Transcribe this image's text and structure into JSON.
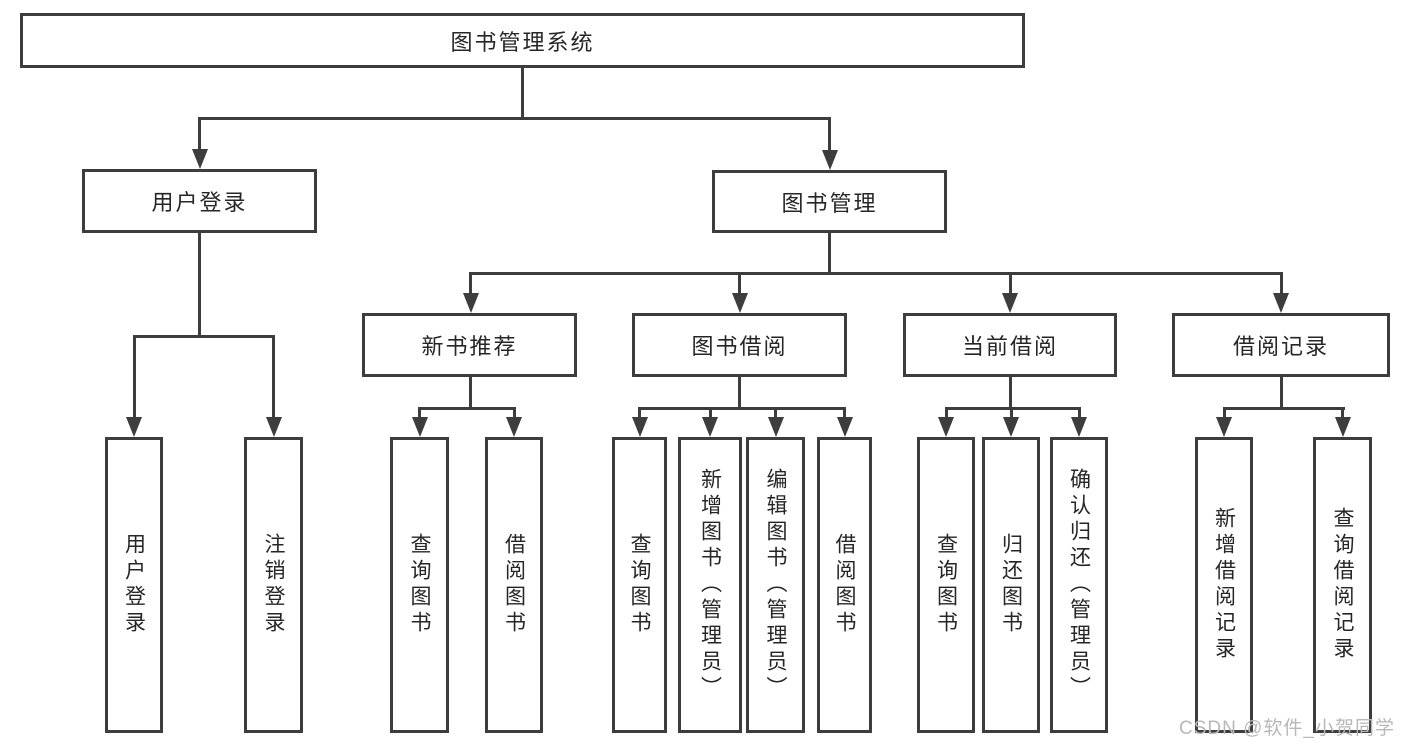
{
  "diagram": {
    "type": "hierarchy-tree",
    "colors": {
      "line": "#3d3d3d",
      "box_fill": "#ffffff",
      "text": "#262626",
      "watermark": "#b8b8b8",
      "bg": "#ffffff"
    },
    "watermark": "CSDN @软件_小贺同学",
    "tree": {
      "label": "图书管理系统",
      "children": [
        {
          "label": "用户登录",
          "children": [
            {
              "label": "用户登录"
            },
            {
              "label": "注销登录"
            }
          ]
        },
        {
          "label": "图书管理",
          "children": [
            {
              "label": "新书推荐",
              "children": [
                {
                  "label": "查询图书"
                },
                {
                  "label": "借阅图书"
                }
              ]
            },
            {
              "label": "图书借阅",
              "children": [
                {
                  "label": "查询图书"
                },
                {
                  "label": "新增图书（管理员）"
                },
                {
                  "label": "编辑图书（管理员）"
                },
                {
                  "label": "借阅图书"
                }
              ]
            },
            {
              "label": "当前借阅",
              "children": [
                {
                  "label": "查询图书"
                },
                {
                  "label": "归还图书"
                },
                {
                  "label": "确认归还（管理员）"
                }
              ]
            },
            {
              "label": "借阅记录",
              "children": [
                {
                  "label": "新增借阅记录"
                },
                {
                  "label": "查询借阅记录"
                }
              ]
            }
          ]
        }
      ]
    }
  }
}
